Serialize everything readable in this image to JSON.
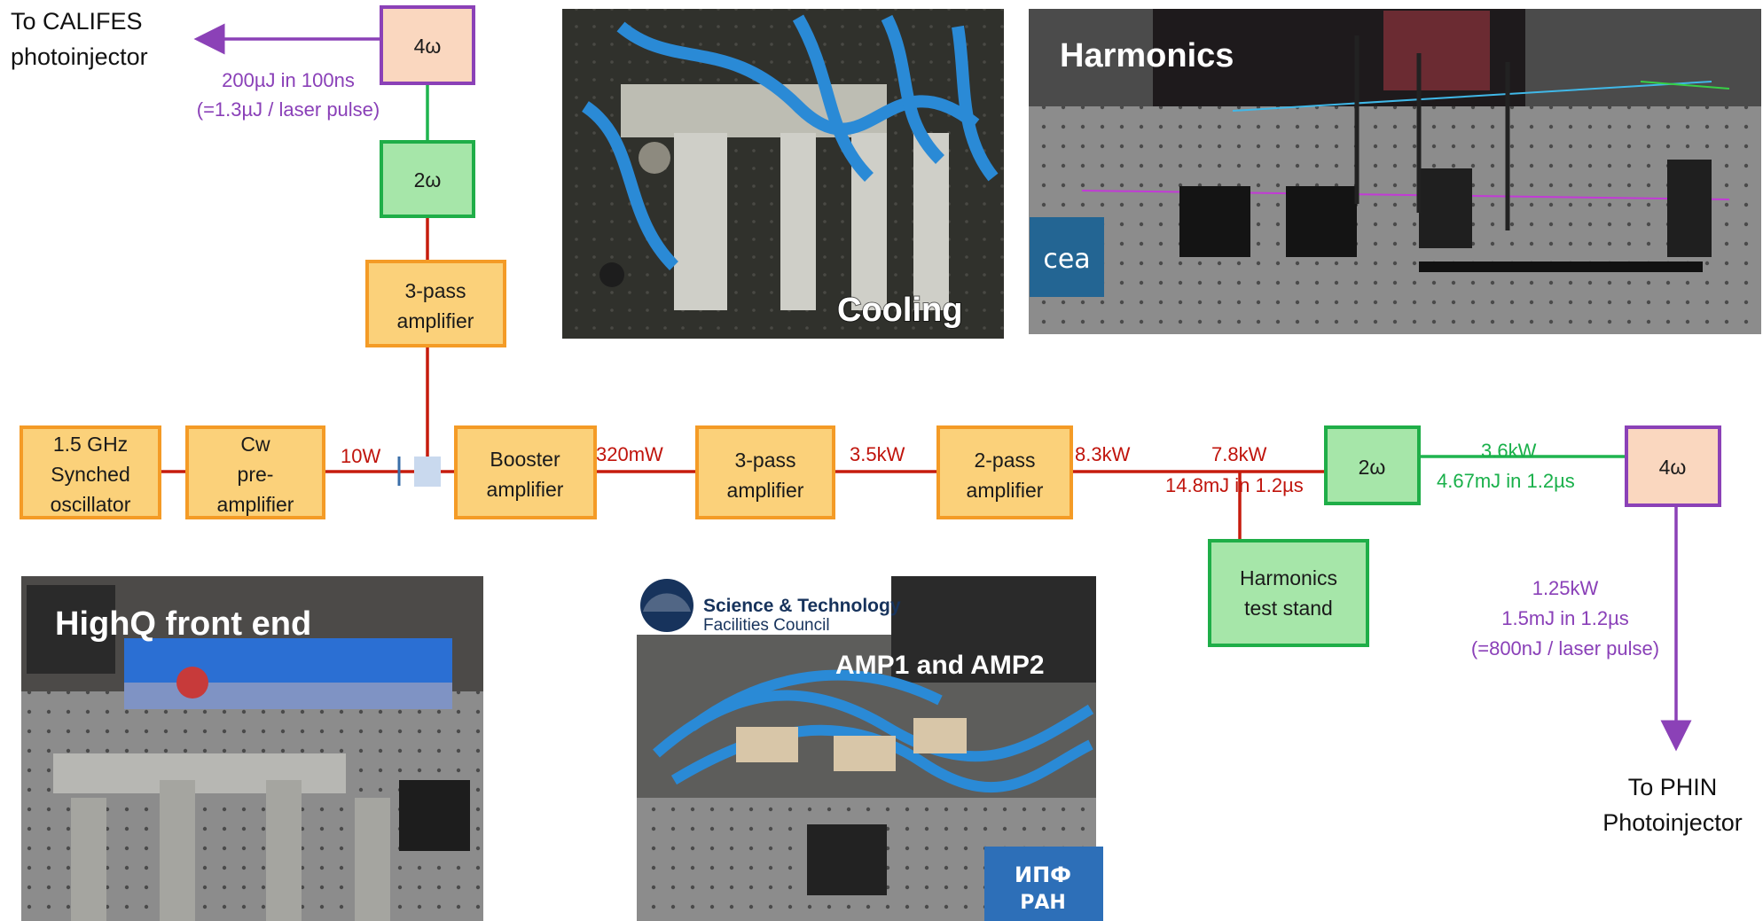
{
  "colors": {
    "amplifier_fill": "#fbd17a",
    "amplifier_border": "#f49b26",
    "harmonic_fill": "#a6e6a9",
    "harmonic_border": "#1fae48",
    "quad_fill": "#fad7bf",
    "quad_border": "#8b41b7",
    "red_line": "#c61c0d",
    "green_line": "#1fb44f",
    "purple_line": "#8b41b7"
  },
  "boxes": {
    "oscillator": [
      "1.5 GHz",
      "Synched",
      "oscillator"
    ],
    "cw_preamp": [
      "Cw",
      "pre-",
      "amplifier"
    ],
    "booster": [
      "Booster",
      "amplifier"
    ],
    "three_pass_main": [
      "3-pass",
      "amplifier"
    ],
    "two_pass": [
      "2-pass",
      "amplifier"
    ],
    "two_omega_main": "2ω",
    "four_omega_main": "4ω",
    "harmonics_test_stand": [
      "Harmonics",
      "test stand"
    ],
    "three_pass_branch": [
      "3-pass",
      "amplifier"
    ],
    "two_omega_branch": "2ω",
    "four_omega_branch": "4ω"
  },
  "annotations": {
    "p_10w": "10W",
    "p_320mw": "320mW",
    "p_3_5kw": "3.5kW",
    "p_8_3kw": "8.3kW",
    "p_7_8kw": "7.8kW",
    "e_14_8mj": "14.8mJ in 1.2µs",
    "p_3_6kw": "3.6kW",
    "e_4_67mj": "4.67mJ in 1.2µs",
    "phin_power": [
      "1.25kW",
      "1.5mJ in 1.2µs",
      "(=800nJ / laser pulse)"
    ],
    "califes_energy": [
      "200µJ in 100ns",
      "(=1.3µJ / laser pulse)"
    ],
    "to_califes": [
      "To CALIFES",
      "photoinjector"
    ],
    "to_phin": [
      "To PHIN",
      "Photoinjector"
    ]
  },
  "photos": {
    "cooling": "Cooling",
    "harmonics": "Harmonics",
    "highq": "HighQ front end",
    "amp": "AMP1 and AMP2",
    "stfc_logo": [
      "Science & Technology",
      "Facilities Council"
    ],
    "cea_logo": "cea",
    "ipf_logo": [
      "ИПФ",
      "РАН"
    ]
  }
}
